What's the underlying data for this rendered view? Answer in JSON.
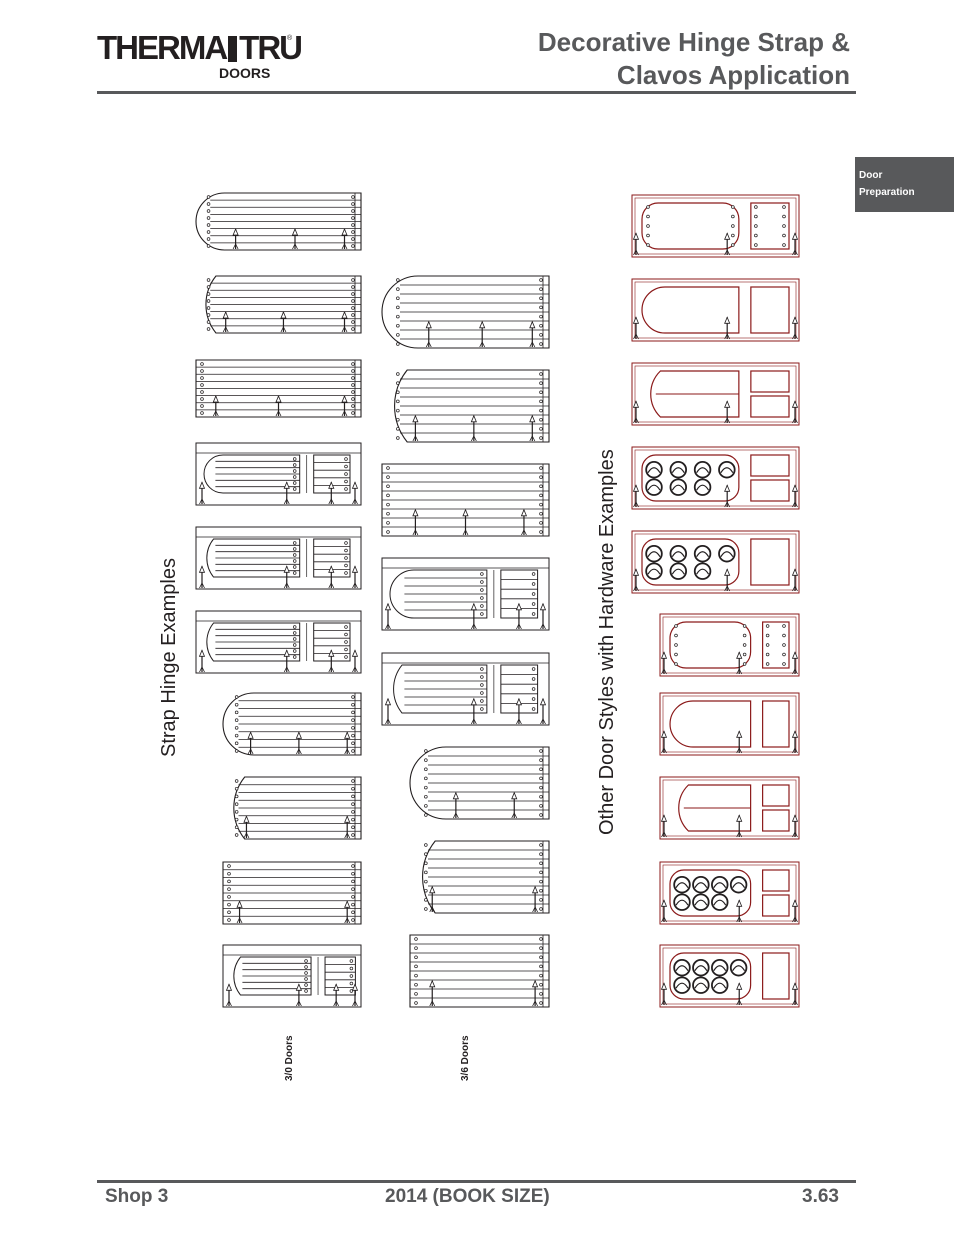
{
  "header": {
    "logo_main_left": "THERMA",
    "logo_main_right": "TRU",
    "logo_reg": "®",
    "logo_sub": "DOORS",
    "title_line1": "Decorative Hinge Strap &",
    "title_line2": "Clavos Application"
  },
  "side_tab": {
    "line1": "Door",
    "line2": "Preparation"
  },
  "labels": {
    "strap_hinge": "Strap Hinge Examples",
    "other_styles": "Other Door Styles with Hardware Examples",
    "col_30": "3/0 Doors",
    "col_36": "3/6 Doors"
  },
  "footer": {
    "left": "Shop 3",
    "center": "2014 (BOOK SIZE)",
    "right": "3.63"
  },
  "colors": {
    "ink": "#231f20",
    "gray": "#58595b",
    "maroon": "#8b1a1a"
  }
}
